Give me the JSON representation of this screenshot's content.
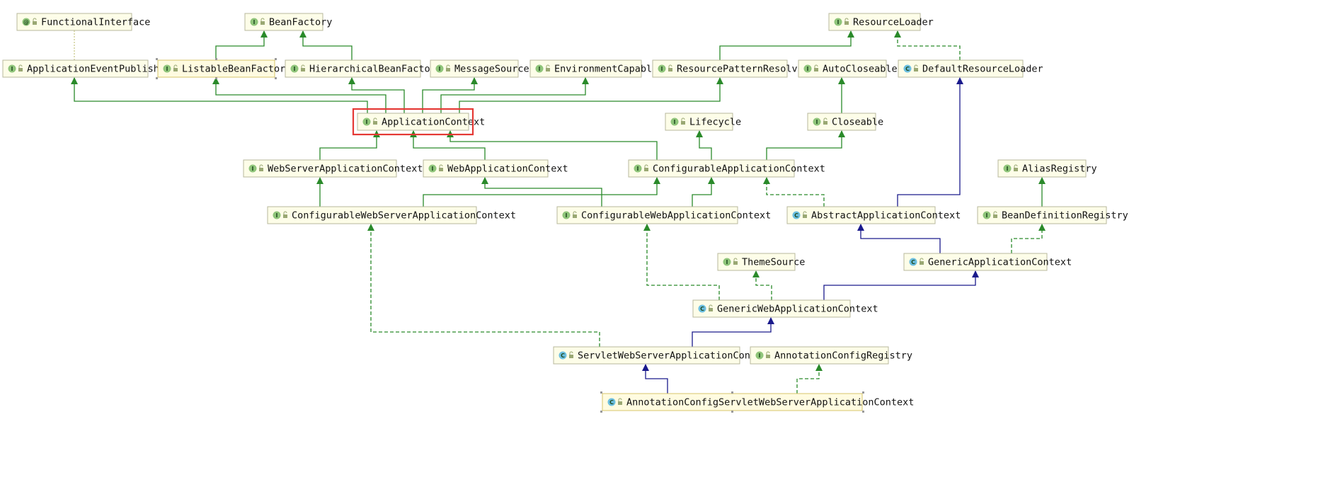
{
  "colors": {
    "interface_edge": "#2a8a2a",
    "class_edge": "#1a1a8c",
    "highlight": "#e53935",
    "interface_badge": "#8fc57a",
    "class_badge": "#6cbfe0",
    "annotation_badge": "#8fc57a",
    "annotation_edge": "#c9c98a"
  },
  "nodes": [
    {
      "id": "FunctionalInterface",
      "label": "FunctionalInterface",
      "kind": "annotation",
      "badge": "@"
    },
    {
      "id": "BeanFactory",
      "label": "BeanFactory",
      "kind": "interface",
      "badge": "I"
    },
    {
      "id": "ResourceLoader",
      "label": "ResourceLoader",
      "kind": "interface",
      "badge": "I"
    },
    {
      "id": "ApplicationEventPublisher",
      "label": "ApplicationEventPublisher",
      "kind": "interface",
      "badge": "I"
    },
    {
      "id": "ListableBeanFactory",
      "label": "ListableBeanFactory",
      "kind": "interface",
      "badge": "I"
    },
    {
      "id": "HierarchicalBeanFactory",
      "label": "HierarchicalBeanFactory",
      "kind": "interface",
      "badge": "I"
    },
    {
      "id": "MessageSource",
      "label": "MessageSource",
      "kind": "interface",
      "badge": "I"
    },
    {
      "id": "EnvironmentCapable",
      "label": "EnvironmentCapable",
      "kind": "interface",
      "badge": "I"
    },
    {
      "id": "ResourcePatternResolver",
      "label": "ResourcePatternResolver",
      "kind": "interface",
      "badge": "I"
    },
    {
      "id": "AutoCloseable",
      "label": "AutoCloseable",
      "kind": "interface",
      "badge": "I"
    },
    {
      "id": "DefaultResourceLoader",
      "label": "DefaultResourceLoader",
      "kind": "class",
      "badge": "C"
    },
    {
      "id": "ApplicationContext",
      "label": "ApplicationContext",
      "kind": "interface",
      "badge": "I"
    },
    {
      "id": "Lifecycle",
      "label": "Lifecycle",
      "kind": "interface",
      "badge": "I"
    },
    {
      "id": "Closeable",
      "label": "Closeable",
      "kind": "interface",
      "badge": "I"
    },
    {
      "id": "WebServerApplicationContext",
      "label": "WebServerApplicationContext",
      "kind": "interface",
      "badge": "I"
    },
    {
      "id": "WebApplicationContext",
      "label": "WebApplicationContext",
      "kind": "interface",
      "badge": "I"
    },
    {
      "id": "ConfigurableApplicationContext",
      "label": "ConfigurableApplicationContext",
      "kind": "interface",
      "badge": "I"
    },
    {
      "id": "AliasRegistry",
      "label": "AliasRegistry",
      "kind": "interface",
      "badge": "I"
    },
    {
      "id": "ConfigurableWebServerApplicationContext",
      "label": "ConfigurableWebServerApplicationContext",
      "kind": "interface",
      "badge": "I"
    },
    {
      "id": "ConfigurableWebApplicationContext",
      "label": "ConfigurableWebApplicationContext",
      "kind": "interface",
      "badge": "I"
    },
    {
      "id": "AbstractApplicationContext",
      "label": "AbstractApplicationContext",
      "kind": "class",
      "badge": "C"
    },
    {
      "id": "BeanDefinitionRegistry",
      "label": "BeanDefinitionRegistry",
      "kind": "interface",
      "badge": "I"
    },
    {
      "id": "ThemeSource",
      "label": "ThemeSource",
      "kind": "interface",
      "badge": "I"
    },
    {
      "id": "GenericApplicationContext",
      "label": "GenericApplicationContext",
      "kind": "class",
      "badge": "C"
    },
    {
      "id": "GenericWebApplicationContext",
      "label": "GenericWebApplicationContext",
      "kind": "class",
      "badge": "C"
    },
    {
      "id": "ServletWebServerApplicationContext",
      "label": "ServletWebServerApplicationContext",
      "kind": "class",
      "badge": "C"
    },
    {
      "id": "AnnotationConfigRegistry",
      "label": "AnnotationConfigRegistry",
      "kind": "interface",
      "badge": "I"
    },
    {
      "id": "AnnotationConfigServletWebServerApplicationContext",
      "label": "AnnotationConfigServletWebServerApplicationContext",
      "kind": "class",
      "badge": "C"
    }
  ],
  "edges": [
    {
      "from": "ApplicationEventPublisher",
      "to": "FunctionalInterface",
      "type": "annotation"
    },
    {
      "from": "ListableBeanFactory",
      "to": "BeanFactory",
      "type": "extends"
    },
    {
      "from": "HierarchicalBeanFactory",
      "to": "BeanFactory",
      "type": "extends"
    },
    {
      "from": "ResourcePatternResolver",
      "to": "ResourceLoader",
      "type": "extends"
    },
    {
      "from": "DefaultResourceLoader",
      "to": "ResourceLoader",
      "type": "implements"
    },
    {
      "from": "ApplicationContext",
      "to": "ApplicationEventPublisher",
      "type": "extends"
    },
    {
      "from": "ApplicationContext",
      "to": "ListableBeanFactory",
      "type": "extends"
    },
    {
      "from": "ApplicationContext",
      "to": "HierarchicalBeanFactory",
      "type": "extends"
    },
    {
      "from": "ApplicationContext",
      "to": "MessageSource",
      "type": "extends"
    },
    {
      "from": "ApplicationContext",
      "to": "EnvironmentCapable",
      "type": "extends"
    },
    {
      "from": "ApplicationContext",
      "to": "ResourcePatternResolver",
      "type": "extends"
    },
    {
      "from": "Closeable",
      "to": "AutoCloseable",
      "type": "extends"
    },
    {
      "from": "WebServerApplicationContext",
      "to": "ApplicationContext",
      "type": "extends"
    },
    {
      "from": "WebApplicationContext",
      "to": "ApplicationContext",
      "type": "extends"
    },
    {
      "from": "ConfigurableApplicationContext",
      "to": "ApplicationContext",
      "type": "extends"
    },
    {
      "from": "ConfigurableApplicationContext",
      "to": "Lifecycle",
      "type": "extends"
    },
    {
      "from": "ConfigurableApplicationContext",
      "to": "Closeable",
      "type": "extends"
    },
    {
      "from": "ConfigurableWebServerApplicationContext",
      "to": "WebServerApplicationContext",
      "type": "extends"
    },
    {
      "from": "ConfigurableWebServerApplicationContext",
      "to": "ConfigurableApplicationContext",
      "type": "extends"
    },
    {
      "from": "ConfigurableWebApplicationContext",
      "to": "WebApplicationContext",
      "type": "extends"
    },
    {
      "from": "ConfigurableWebApplicationContext",
      "to": "ConfigurableApplicationContext",
      "type": "extends"
    },
    {
      "from": "AbstractApplicationContext",
      "to": "ConfigurableApplicationContext",
      "type": "implements"
    },
    {
      "from": "AbstractApplicationContext",
      "to": "DefaultResourceLoader",
      "type": "class"
    },
    {
      "from": "BeanDefinitionRegistry",
      "to": "AliasRegistry",
      "type": "extends"
    },
    {
      "from": "GenericApplicationContext",
      "to": "AbstractApplicationContext",
      "type": "class"
    },
    {
      "from": "GenericApplicationContext",
      "to": "BeanDefinitionRegistry",
      "type": "implements"
    },
    {
      "from": "GenericWebApplicationContext",
      "to": "ConfigurableWebApplicationContext",
      "type": "implements"
    },
    {
      "from": "GenericWebApplicationContext",
      "to": "ThemeSource",
      "type": "implements"
    },
    {
      "from": "GenericWebApplicationContext",
      "to": "GenericApplicationContext",
      "type": "class"
    },
    {
      "from": "ServletWebServerApplicationContext",
      "to": "ConfigurableWebServerApplicationContext",
      "type": "implements"
    },
    {
      "from": "ServletWebServerApplicationContext",
      "to": "GenericWebApplicationContext",
      "type": "class"
    },
    {
      "from": "AnnotationConfigServletWebServerApplicationContext",
      "to": "ServletWebServerApplicationContext",
      "type": "class"
    },
    {
      "from": "AnnotationConfigServletWebServerApplicationContext",
      "to": "AnnotationConfigRegistry",
      "type": "implements"
    }
  ],
  "highlighted_node": "ApplicationContext",
  "selected_nodes": [
    "ListableBeanFactory",
    "AnnotationConfigServletWebServerApplicationContext"
  ]
}
